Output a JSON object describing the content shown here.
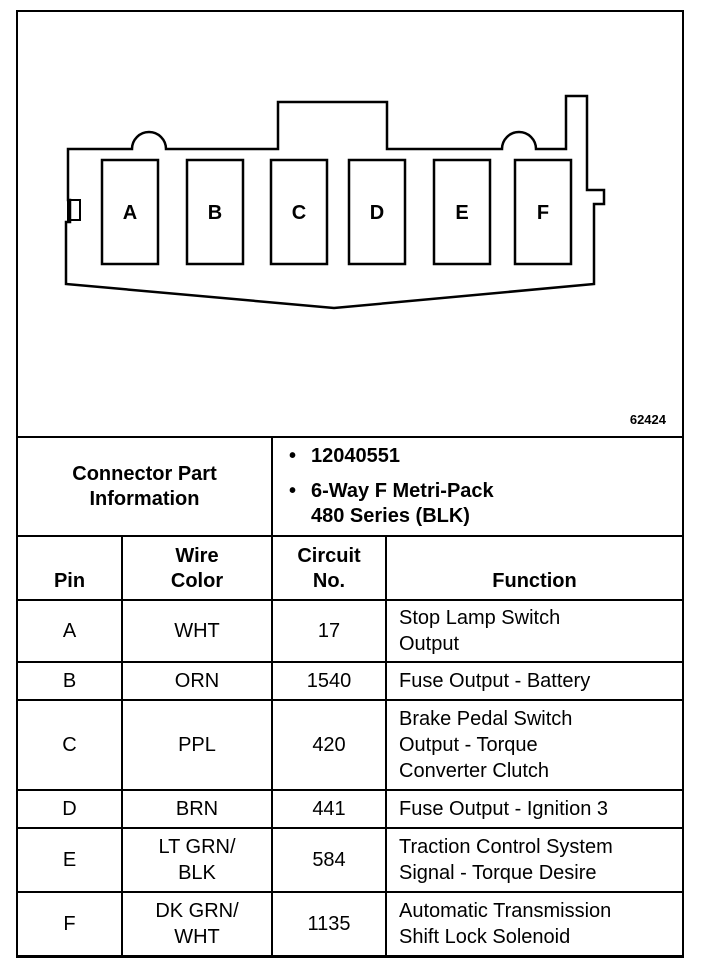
{
  "figure_number": "62424",
  "pins": [
    "A",
    "B",
    "C",
    "D",
    "E",
    "F"
  ],
  "connector": {
    "label_line1": "Connector Part",
    "label_line2": "Information",
    "items": [
      "12040551",
      "6-Way F Metri-Pack"
    ],
    "item2_cont": "480 Series (BLK)"
  },
  "headers": {
    "pin": "Pin",
    "wire_line1": "Wire",
    "wire_line2": "Color",
    "circuit_line1": "Circuit",
    "circuit_line2": "No.",
    "function": "Function"
  },
  "rows": [
    {
      "pin": "A",
      "color": [
        "WHT"
      ],
      "circuit": "17",
      "function": [
        "Stop Lamp Switch",
        "Output"
      ]
    },
    {
      "pin": "B",
      "color": [
        "ORN"
      ],
      "circuit": "1540",
      "function": [
        "Fuse Output - Battery"
      ]
    },
    {
      "pin": "C",
      "color": [
        "PPL"
      ],
      "circuit": "420",
      "function": [
        "Brake Pedal Switch",
        "Output - Torque",
        "Converter Clutch"
      ]
    },
    {
      "pin": "D",
      "color": [
        "BRN"
      ],
      "circuit": "441",
      "function": [
        "Fuse Output - Ignition 3"
      ]
    },
    {
      "pin": "E",
      "color": [
        "LT GRN/",
        "BLK"
      ],
      "circuit": "584",
      "function": [
        "Traction Control System",
        "Signal - Torque Desire"
      ]
    },
    {
      "pin": "F",
      "color": [
        "DK GRN/",
        "WHT"
      ],
      "circuit": "1135",
      "function": [
        "Automatic Transmission",
        "Shift Lock Solenoid"
      ]
    }
  ]
}
